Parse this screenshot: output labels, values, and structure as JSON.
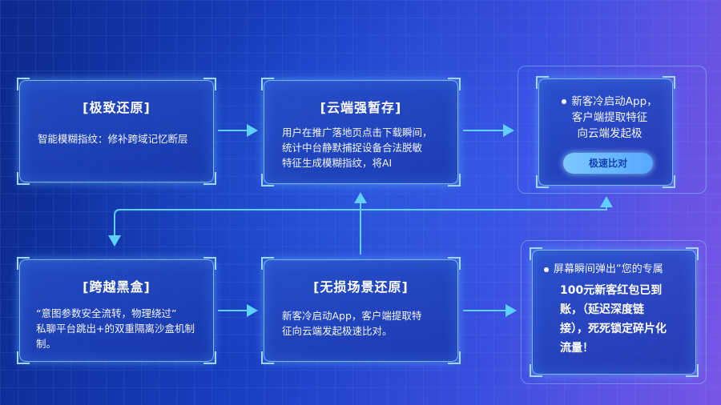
{
  "cards": {
    "restore": {
      "title": "[极致还原]",
      "body": "智能模糊指纹：修补跨域记忆断层"
    },
    "cloud": {
      "title": "[云端强暂存]",
      "lines": [
        "用户在推广落地页点击下载瞬间，",
        "统计中台静默捕捉设备合法脱敏",
        "特征生成模糊指纹，将AI"
      ]
    },
    "coldstart": {
      "lines": [
        "新客冷启动App，",
        "客户端提取特征",
        "向云端发起极"
      ],
      "button": "极速比对"
    },
    "blackbox": {
      "title": "[跨越黑盒]",
      "lines": [
        "“意图参数安全流转，物理绕过”",
        "私聊平台跳出+的双重隔离沙盒机制",
        "制。"
      ]
    },
    "lossless": {
      "title": "[无损场景还原]",
      "lines": [
        "新客冷启动App，客户端提取特",
        "征向云端发起极速比对。"
      ]
    },
    "popup": {
      "lines": [
        "屏幕瞬间弹出“您的专属",
        "100元新客红包已到",
        "账，（延迟深度链",
        "接），死死锁定碎片化",
        "流量！"
      ]
    }
  },
  "colors": {
    "accent": "#5fd0ff",
    "border": "#9fd6ff",
    "button": "#7cc8ff"
  }
}
